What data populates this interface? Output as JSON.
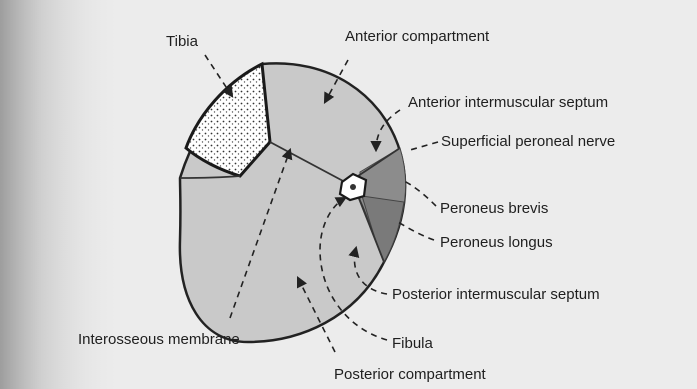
{
  "diagram": {
    "colors": {
      "paper": "#ececec",
      "compartment_fill": "#c9c9c9",
      "lateral_compartment_fill": "#8c8c8c",
      "outline": "#222222",
      "bone_fill": "#ffffff",
      "left_shadow": "#9a9a9a"
    },
    "labels": {
      "tibia": "Tibia",
      "anterior_compartment": "Anterior compartment",
      "anterior_intermuscular_septum": "Anterior intermuscular septum",
      "superficial_peroneal_nerve": "Superficial peroneal nerve",
      "peroneus_brevis": "Peroneus brevis",
      "peroneus_longus": "Peroneus longus",
      "posterior_intermuscular_septum": "Posterior intermuscular septum",
      "fibula": "Fibula",
      "interosseous_membrane": "Interosseous membrane",
      "posterior_compartment": "Posterior compartment"
    }
  }
}
